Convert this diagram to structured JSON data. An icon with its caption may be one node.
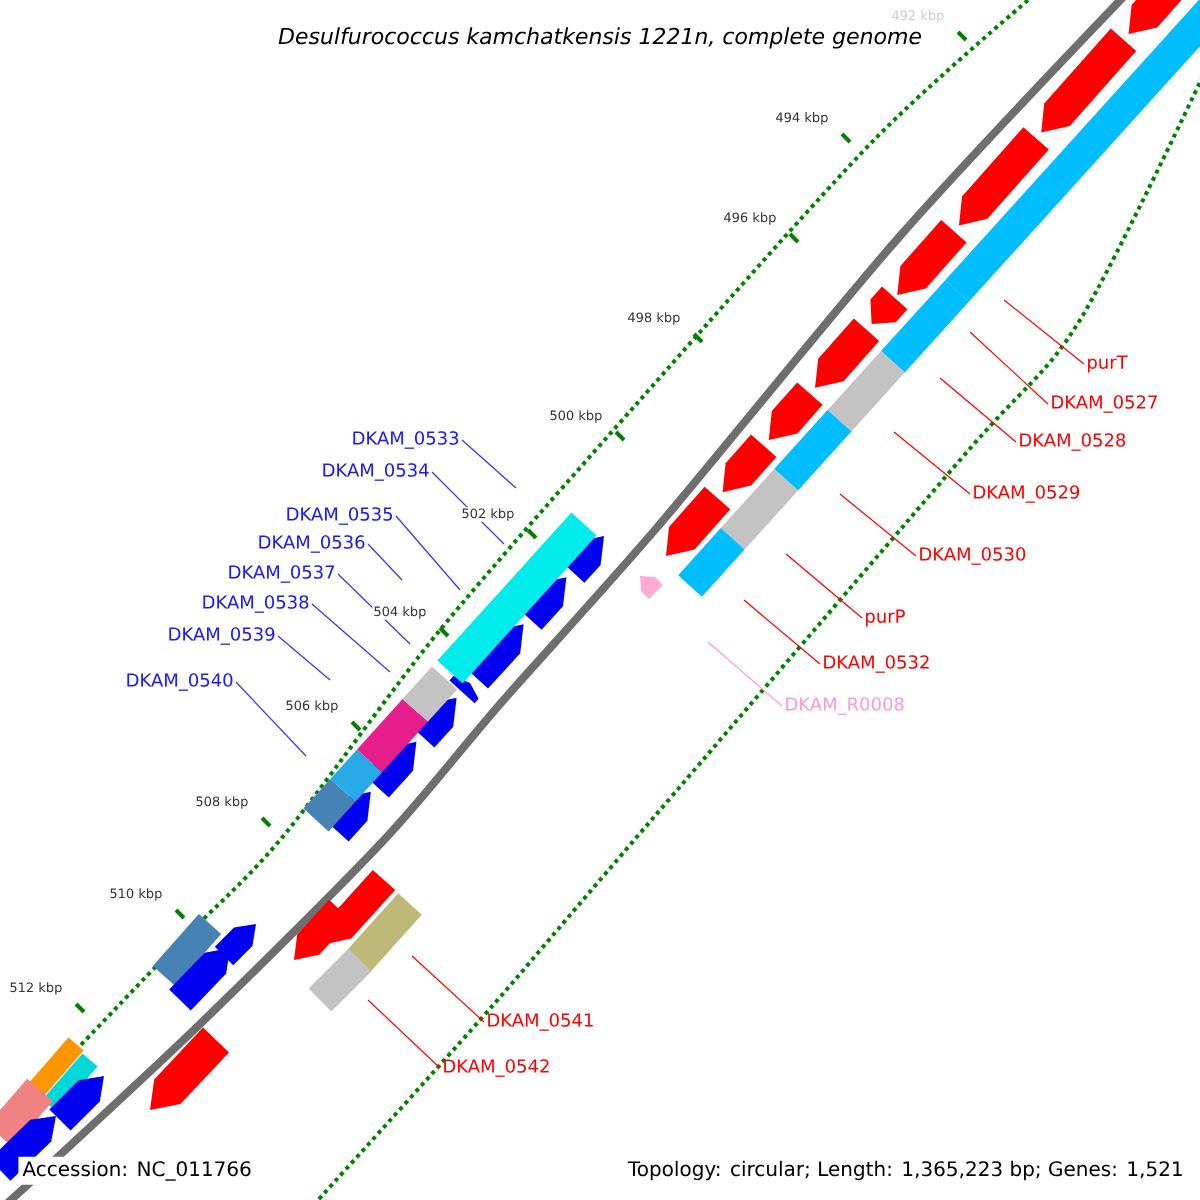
{
  "diagram": {
    "title": "Desulfurococcus kamchatkensis 1221n, complete genome",
    "nodes": [
      {
        "text": [
          "purT"
        ]
      },
      {
        "text": [
          "DKAM_0527"
        ]
      },
      {
        "text": [
          "DKAM_0528"
        ]
      },
      {
        "text": [
          "DKAM_0529"
        ]
      },
      {
        "text": [
          "DKAM_0533"
        ]
      },
      {
        "text": [
          "DKAM_0534"
        ]
      },
      {
        "text": [
          "DKAM_0535"
        ]
      },
      {
        "text": [
          "DKAM_0536"
        ]
      },
      {
        "text": [
          "DKAM_0530"
        ]
      },
      {
        "text": [
          "DKAM_0537"
        ]
      },
      {
        "text": [
          "DKAM_0538"
        ]
      },
      {
        "text": [
          "purP"
        ]
      },
      {
        "text": [
          "DKAM_0539"
        ]
      },
      {
        "text": [
          "DKAM_0532"
        ]
      },
      {
        "text": [
          "DKAM_0540"
        ]
      },
      {
        "text": [
          "DKAM_R0008"
        ]
      },
      {
        "text": [
          "DKAM_0541"
        ]
      },
      {
        "text": [
          "DKAM_0542"
        ]
      }
    ],
    "edges": [
      {
        "from": 0,
        "to": null,
        "arrow": "none"
      },
      {
        "from": 1,
        "to": null,
        "arrow": "none"
      },
      {
        "from": 2,
        "to": null,
        "arrow": "none"
      },
      {
        "from": 3,
        "to": null,
        "arrow": "none"
      },
      {
        "from": 4,
        "to": null,
        "arrow": "none",
        "color": "#3333ff"
      },
      {
        "from": 5,
        "to": null,
        "arrow": "none",
        "color": "#3333ff"
      },
      {
        "from": 6,
        "to": null,
        "arrow": "none",
        "color": "#3333ff"
      },
      {
        "from": 7,
        "to": null,
        "arrow": "none",
        "color": "#3333ff"
      },
      {
        "from": 8,
        "to": null,
        "arrow": "none"
      },
      {
        "from": 9,
        "to": null,
        "arrow": "none",
        "color": "#3333ff"
      },
      {
        "from": 10,
        "to": null,
        "arrow": "none",
        "color": "#3333ff"
      },
      {
        "from": 11,
        "to": null,
        "arrow": "none"
      },
      {
        "from": 12,
        "to": null,
        "arrow": "none",
        "color": "#3333ff"
      },
      {
        "from": 13,
        "to": null,
        "arrow": "none"
      },
      {
        "from": 14,
        "to": null,
        "arrow": "none",
        "color": "#3333ff"
      },
      {
        "from": 15,
        "to": null,
        "arrow": "none",
        "color": "#ff99cc"
      },
      {
        "from": 16,
        "to": null,
        "arrow": "none"
      },
      {
        "from": 17,
        "to": null,
        "arrow": "none"
      }
    ],
    "labels": [
      "492 kbp",
      "494 kbp",
      "496 kbp",
      "498 kbp",
      "500 kbp",
      "502 kbp",
      "504 kbp",
      "506 kbp",
      "508 kbp",
      "510 kbp",
      "512 kbp",
      "Accession: NC_011766",
      "Topology: circular; Length: 1,365,223 bp; Genes: 1,521"
    ]
  }
}
